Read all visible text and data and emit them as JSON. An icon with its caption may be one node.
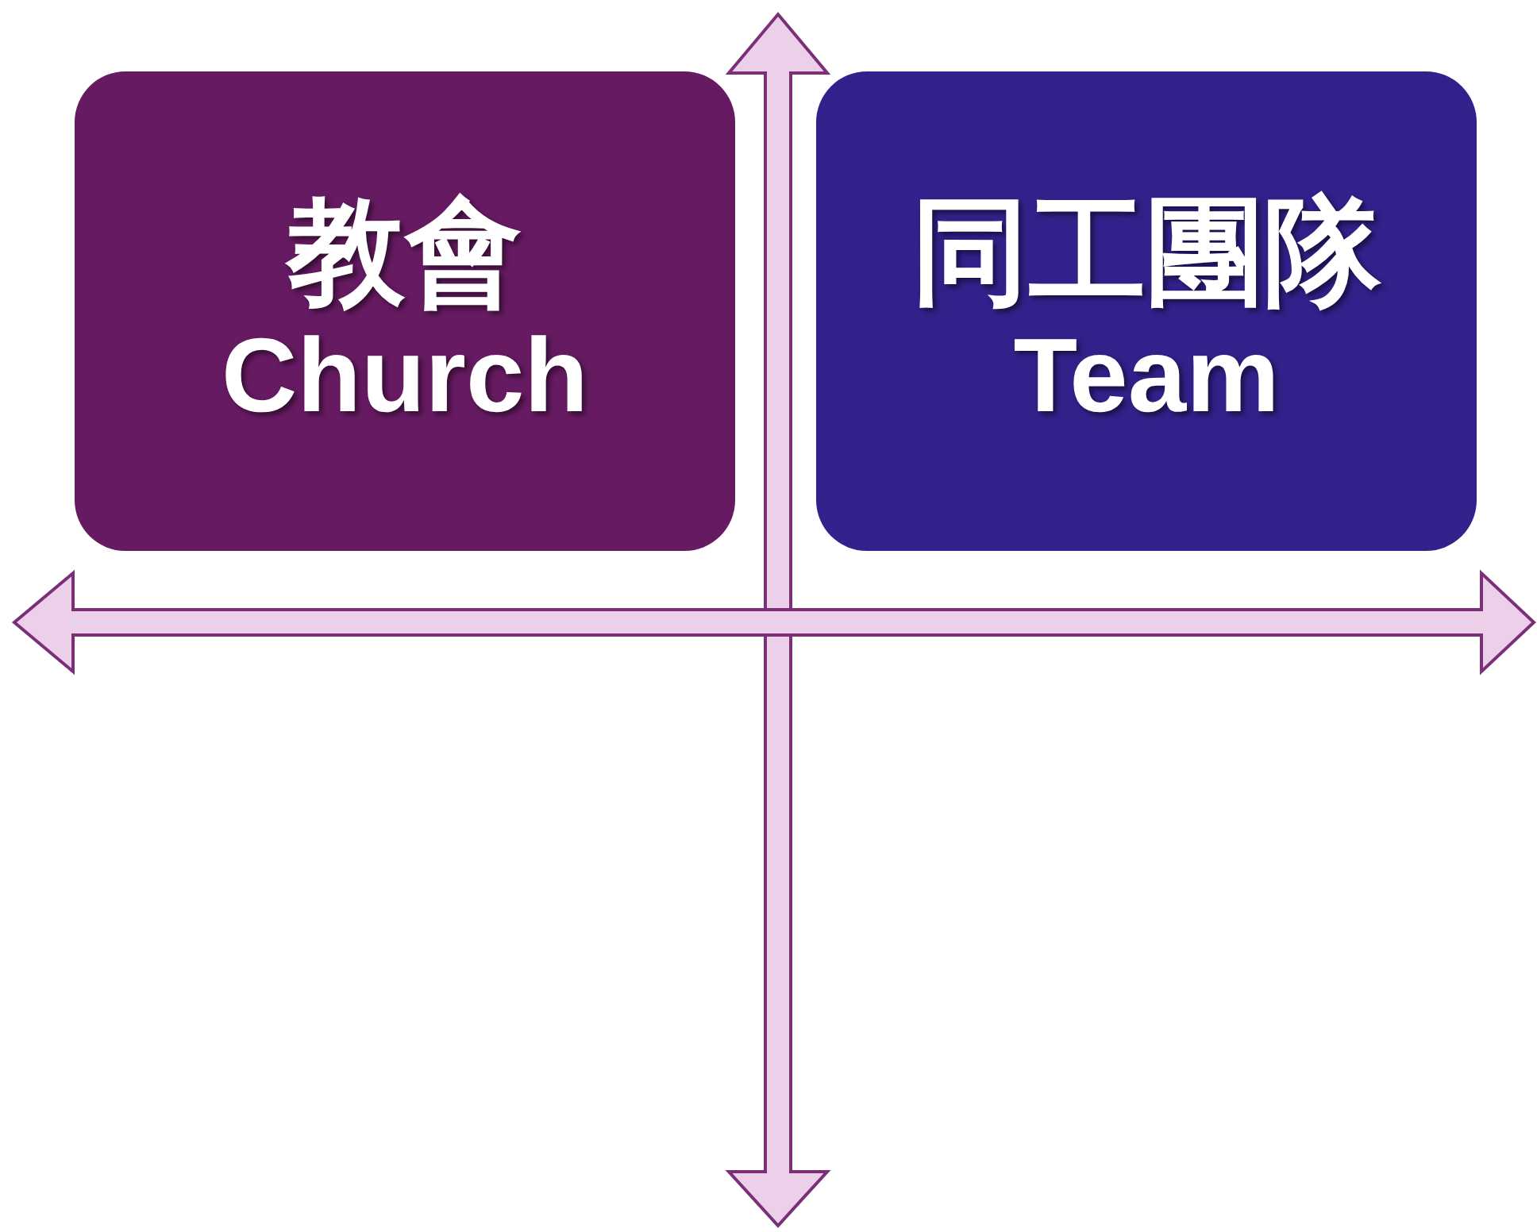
{
  "diagram": {
    "nodes": [
      {
        "text": [
          "教會",
          "Church"
        ]
      },
      {
        "text": [
          "同工團隊",
          "Team"
        ]
      }
    ]
  }
}
